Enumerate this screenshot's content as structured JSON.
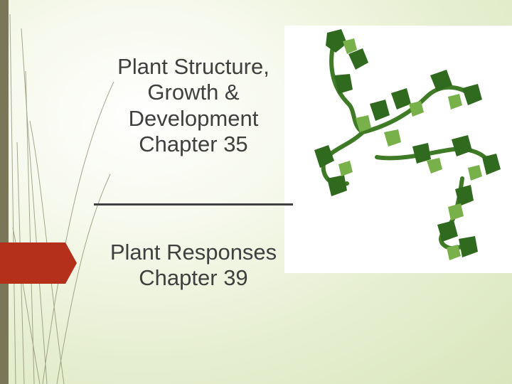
{
  "slide": {
    "title_lines": [
      "Plant Structure,",
      "Growth &",
      "Development",
      "Chapter 35"
    ],
    "subtitle_lines": [
      "Plant Responses",
      "Chapter 39"
    ],
    "image": {
      "name": "ivy-vine-swirl-image",
      "description_icon": "ivy-leaves-icon"
    },
    "colors": {
      "text": "#404040",
      "left_bar": "#7a7658",
      "arrow_tab": "#b5301b",
      "leaf_dark": "#2f6a1f",
      "leaf_light": "#78b04a",
      "background": "#e6eed0"
    }
  }
}
